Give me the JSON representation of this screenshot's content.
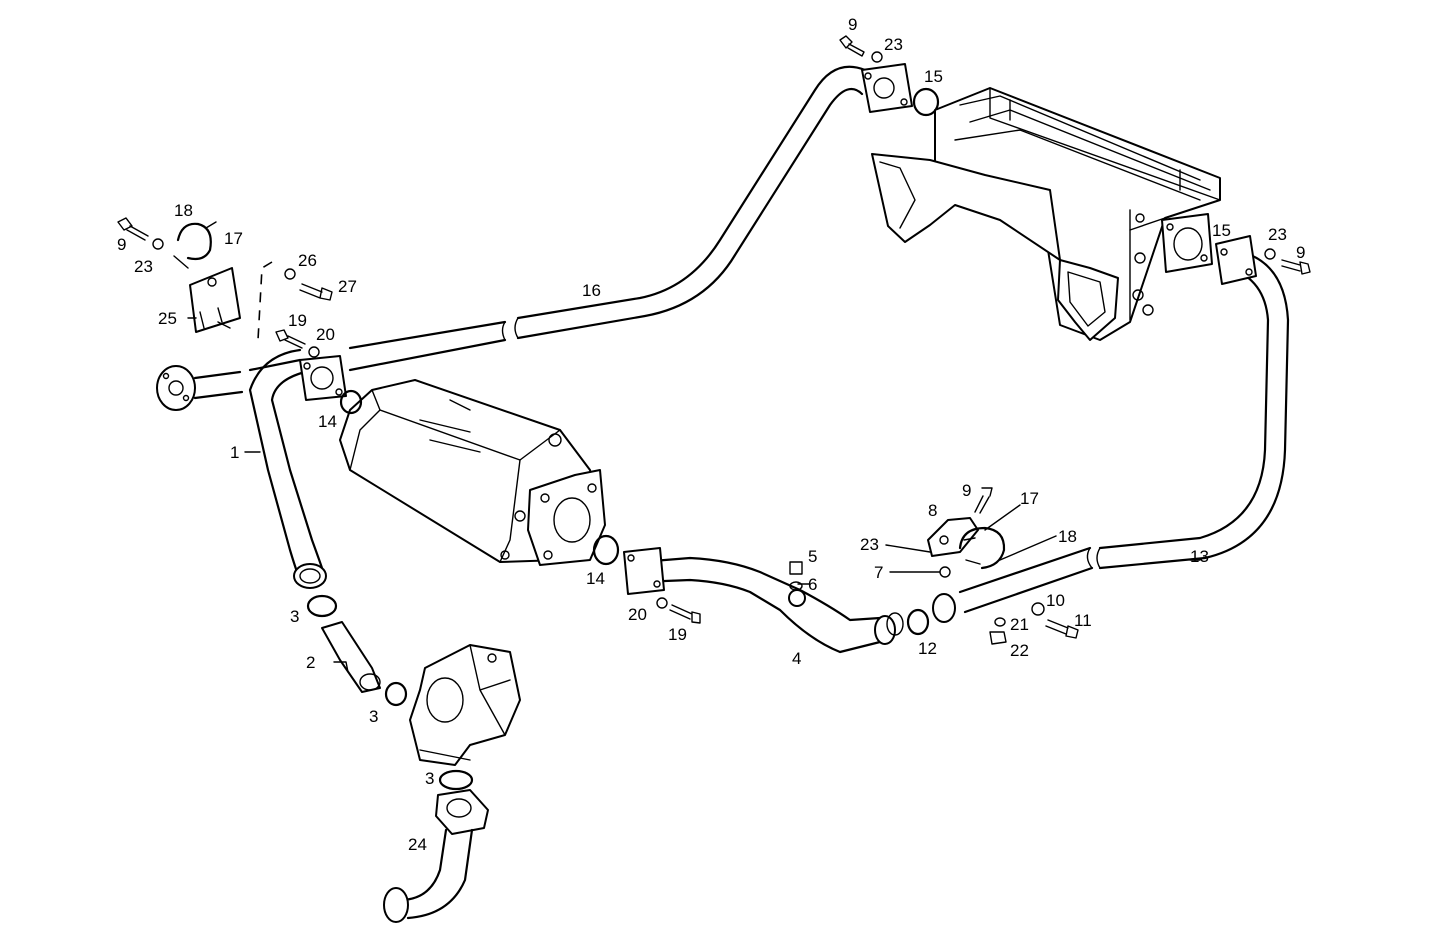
{
  "labels": {
    "l1": "1",
    "l2": "2",
    "l3a": "3",
    "l3b": "3",
    "l3c": "3",
    "l4": "4",
    "l5": "5",
    "l6": "6",
    "l7": "7",
    "l8": "8",
    "l9a": "9",
    "l9b": "9",
    "l9c": "9",
    "l9d": "9",
    "l10": "10",
    "l11": "11",
    "l12": "12",
    "l13": "13",
    "l14a": "14",
    "l14b": "14",
    "l15a": "15",
    "l15b": "15",
    "l16": "16",
    "l17a": "17",
    "l17b": "17",
    "l18a": "18",
    "l18b": "18",
    "l19a": "19",
    "l19b": "19",
    "l20a": "20",
    "l20b": "20",
    "l21": "21",
    "l22": "22",
    "l23a": "23",
    "l23b": "23",
    "l23c": "23",
    "l23d": "23",
    "l24": "24",
    "l25": "25",
    "l26": "26",
    "l27": "27"
  }
}
